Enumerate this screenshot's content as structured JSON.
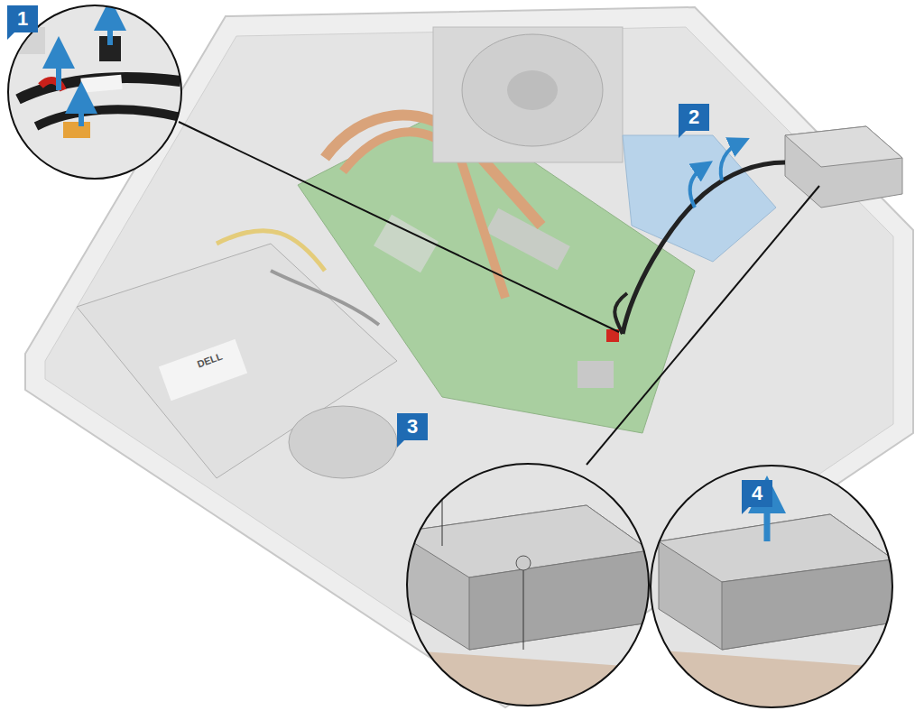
{
  "diagram": {
    "labels": [
      "1",
      "2",
      "3",
      "4",
      "DELL"
    ]
  }
}
